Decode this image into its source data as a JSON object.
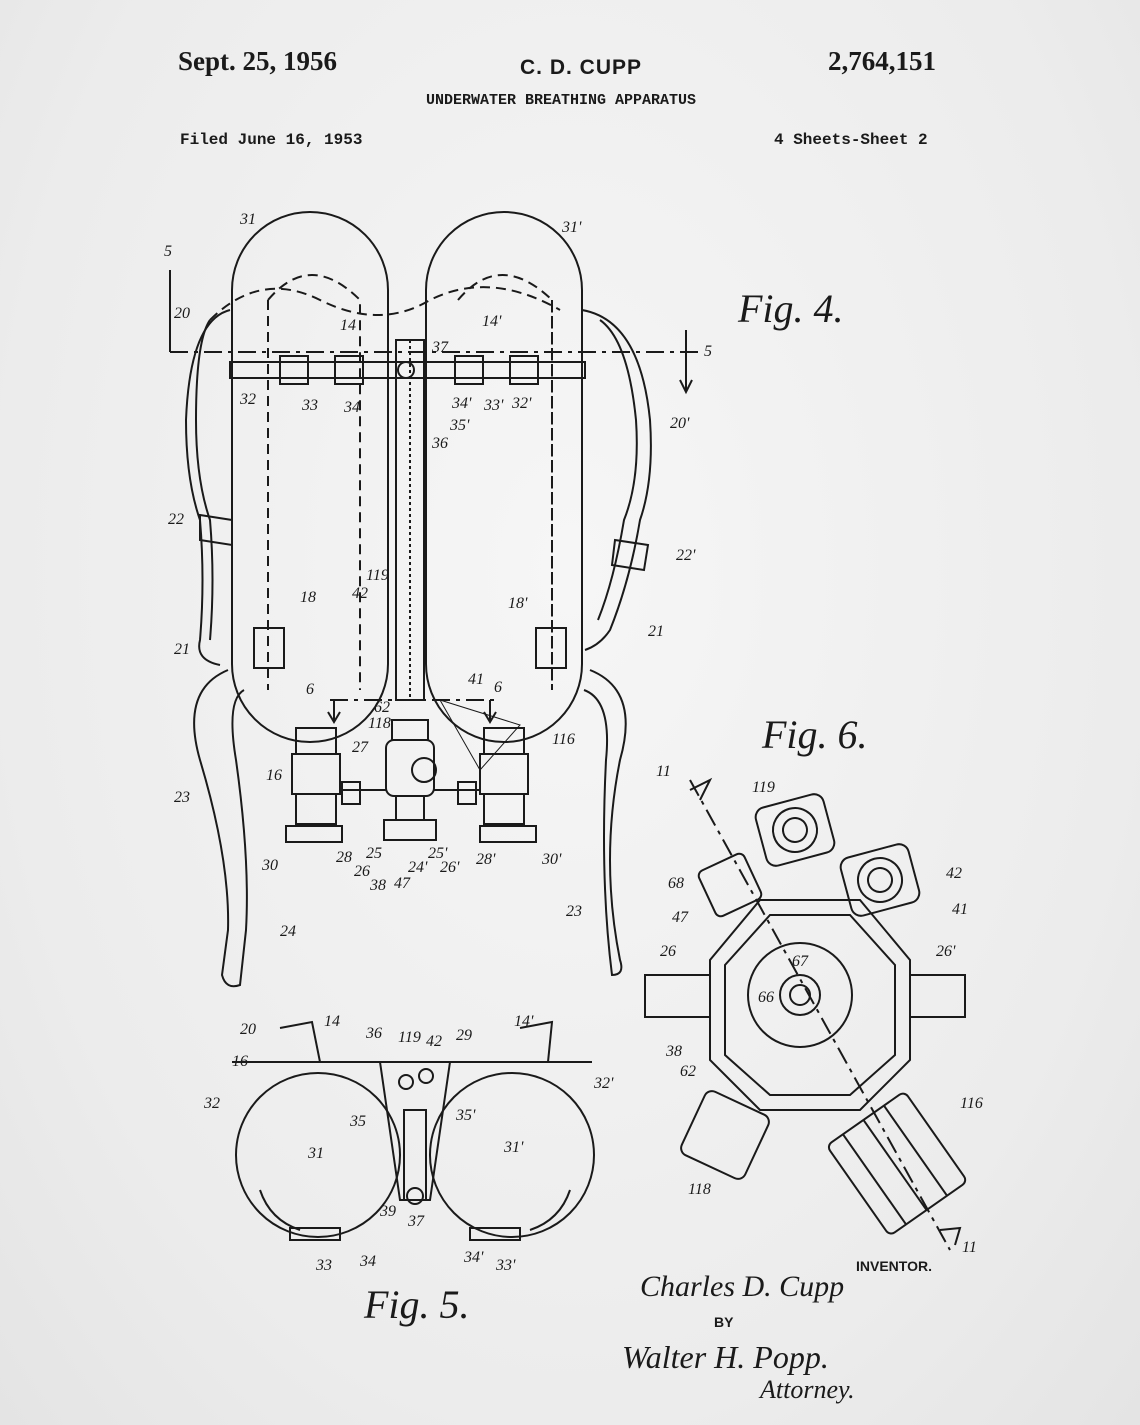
{
  "header": {
    "date": "Sept. 25, 1956",
    "inventor_name": "C. D. CUPP",
    "patent_number": "2,764,151",
    "title": "UNDERWATER BREATHING APPARATUS",
    "filed": "Filed June 16, 1953",
    "sheets": "4 Sheets-Sheet 2"
  },
  "figures": {
    "fig4": "Fig. 4.",
    "fig5": "Fig. 5.",
    "fig6": "Fig. 6."
  },
  "fig4_labels": [
    "31",
    "31'",
    "5",
    "5",
    "20",
    "14",
    "14'",
    "37",
    "32",
    "33",
    "34",
    "34'",
    "33'",
    "32'",
    "35'",
    "36",
    "20'",
    "22",
    "22'",
    "119",
    "42",
    "18",
    "18'",
    "21",
    "21",
    "6",
    "6",
    "41",
    "62",
    "118",
    "116",
    "27",
    "16",
    "23",
    "30",
    "28",
    "25",
    "26",
    "38",
    "47",
    "24'",
    "25'",
    "26'",
    "28'",
    "30'",
    "23",
    "24"
  ],
  "fig5_labels": [
    "20",
    "14",
    "36",
    "119",
    "42",
    "29",
    "14'",
    "16",
    "32'",
    "32",
    "35",
    "35'",
    "31",
    "31'",
    "39",
    "37",
    "33",
    "34",
    "34'",
    "33'"
  ],
  "fig6_labels": [
    "11",
    "119",
    "68",
    "42",
    "41",
    "47",
    "26",
    "26'",
    "67",
    "66",
    "38",
    "62",
    "118",
    "116",
    "11"
  ],
  "signature": {
    "inventor_label": "INVENTOR.",
    "inventor_signature": "Charles D. Cupp",
    "by": "BY",
    "attorney_signature": "Walter H. Popp.",
    "attorney_title": "Attorney."
  }
}
